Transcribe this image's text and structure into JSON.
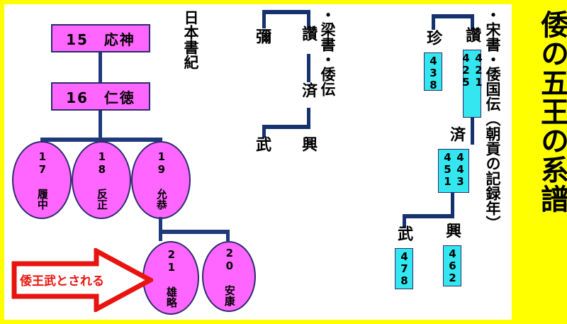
{
  "title_panel": {
    "text": "倭の五王の系譜",
    "bg_color": "#ffff00"
  },
  "colors": {
    "frame": "#ffff00",
    "plate": "#ffffff",
    "pink": "#ff66ff",
    "cyan": "#33e6f0",
    "navy": "#1f3a7a",
    "red": "#e8140f"
  },
  "nihonshoki": {
    "source_label": "日本書紀",
    "boxes": [
      {
        "label": "15　応神"
      },
      {
        "label": "16　仁徳"
      }
    ],
    "ellipses": [
      {
        "label": "17\n履中"
      },
      {
        "label": "18\n反正"
      },
      {
        "label": "19\n允恭"
      },
      {
        "label": "21\n雄略"
      },
      {
        "label": "20\n安康"
      }
    ],
    "callout": "倭王武とされる"
  },
  "ryosho": {
    "source_label": "・梁書・倭伝",
    "names": [
      {
        "label": "彌"
      },
      {
        "label": "讚"
      },
      {
        "label": "済"
      },
      {
        "label": "武"
      },
      {
        "label": "興"
      }
    ]
  },
  "soujo": {
    "source_label": "・宋書・倭国伝（朝貢の記録年）",
    "entries": [
      {
        "name": "珍",
        "years": [
          "438"
        ]
      },
      {
        "name": "讚",
        "years": [
          "421",
          "425"
        ]
      },
      {
        "name": "済",
        "years": [
          "443",
          "451"
        ]
      },
      {
        "name": "武",
        "years": [
          "478"
        ]
      },
      {
        "name": "興",
        "years": [
          "462"
        ]
      }
    ]
  }
}
